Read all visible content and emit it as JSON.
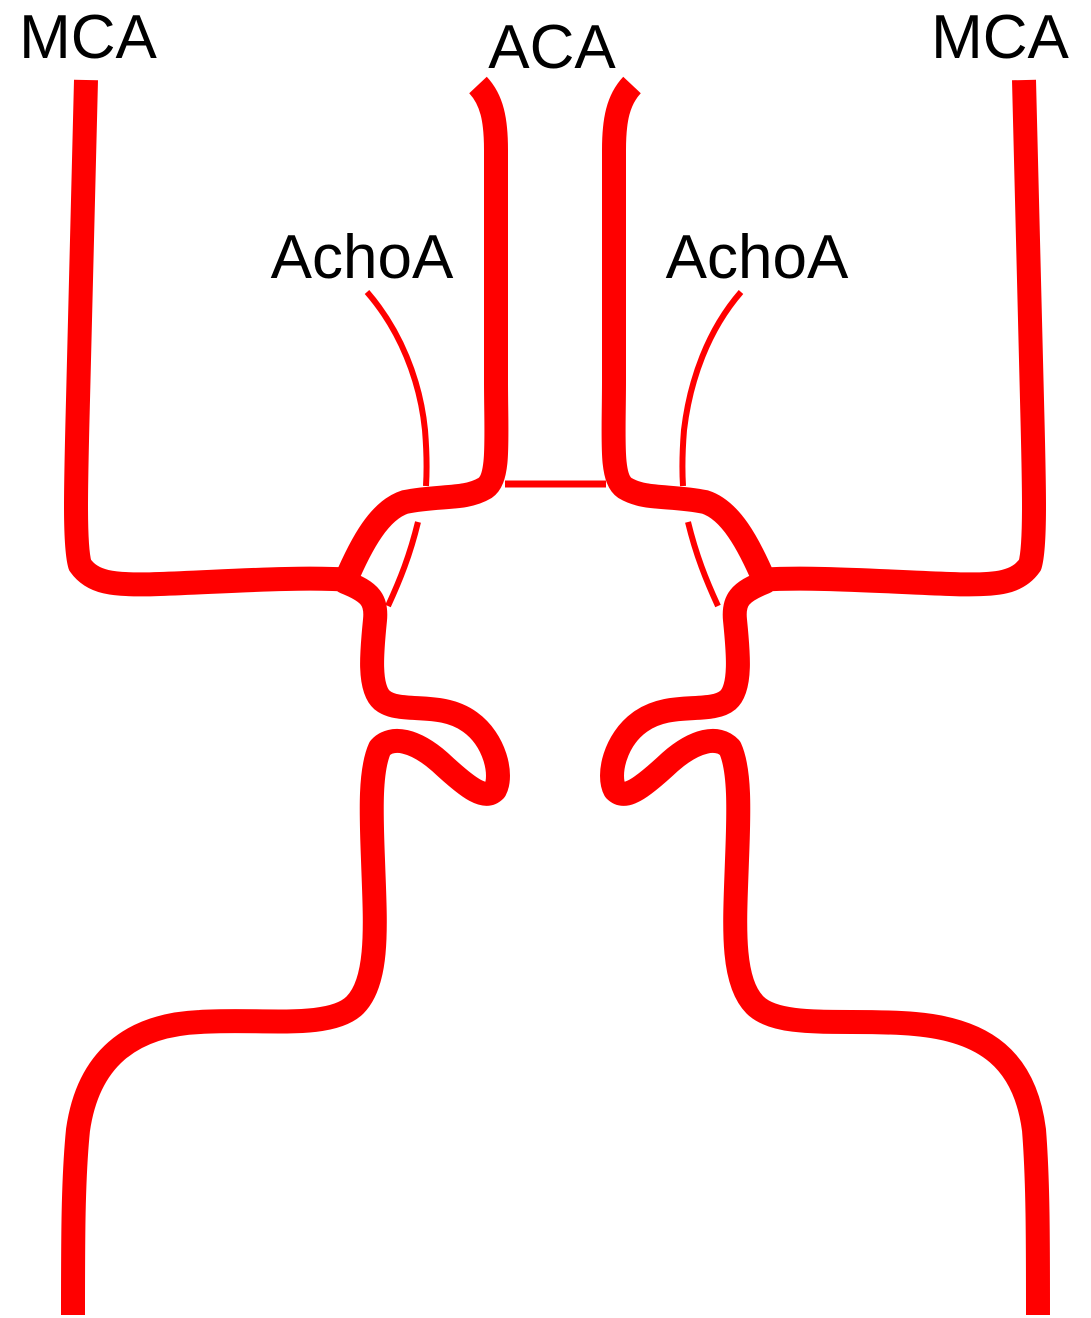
{
  "colors": {
    "vessel": "#ff0000",
    "label": "#000000",
    "background": "#ffffff"
  },
  "labels": {
    "mca_left": "MCA",
    "aca": "ACA",
    "mca_right": "MCA",
    "achoa_left": "AchoA",
    "achoa_right": "AchoA"
  }
}
